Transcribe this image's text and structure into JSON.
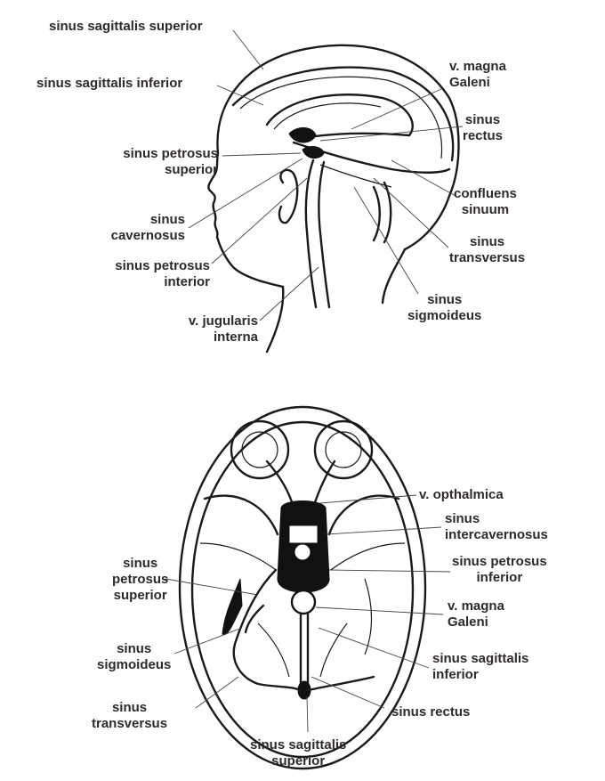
{
  "lateral_view": {
    "sinus_sagittalis_superior": "sinus sagittalis superior",
    "sinus_sagittalis_inferior": "sinus sagittalis inferior",
    "v_magna_galeni": [
      "v. magna",
      "Galeni"
    ],
    "sinus_rectus": [
      "sinus",
      "rectus"
    ],
    "sinus_petrosus_superior": [
      "sinus petrosus",
      "superior"
    ],
    "confluens_sinuum": [
      "confluens",
      "sinuum"
    ],
    "sinus_cavernosus": [
      "sinus",
      "cavernosus"
    ],
    "sinus_transversus": [
      "sinus",
      "transversus"
    ],
    "sinus_petrosus_inferior": [
      "sinus petrosus",
      "interior"
    ],
    "sinus_sigmoideus": [
      "sinus",
      "sigmoideus"
    ],
    "v_jugularis_interna": [
      "v. jugularis",
      "interna"
    ]
  },
  "basal_view": {
    "v_opthalmica": "v. opthalmica",
    "sinus_intercavernosus": [
      "sinus",
      "intercavernosus"
    ],
    "sinus_petrosus_superior": [
      "sinus",
      "petrosus",
      "superior"
    ],
    "sinus_petrosus_inferior": [
      "sinus petrosus",
      "inferior"
    ],
    "v_magna_galeni": [
      "v. magna",
      "Galeni"
    ],
    "sinus_sigmoideus": [
      "sinus",
      "sigmoideus"
    ],
    "sinus_sagittalis_inferior": [
      "sinus sagittalis",
      "inferior"
    ],
    "sinus_transversus": [
      "sinus",
      "transversus"
    ],
    "sinus_rectus": "sinus rectus",
    "sinus_sagittalis_superior": [
      "sinus sagittalis",
      "superior"
    ]
  }
}
